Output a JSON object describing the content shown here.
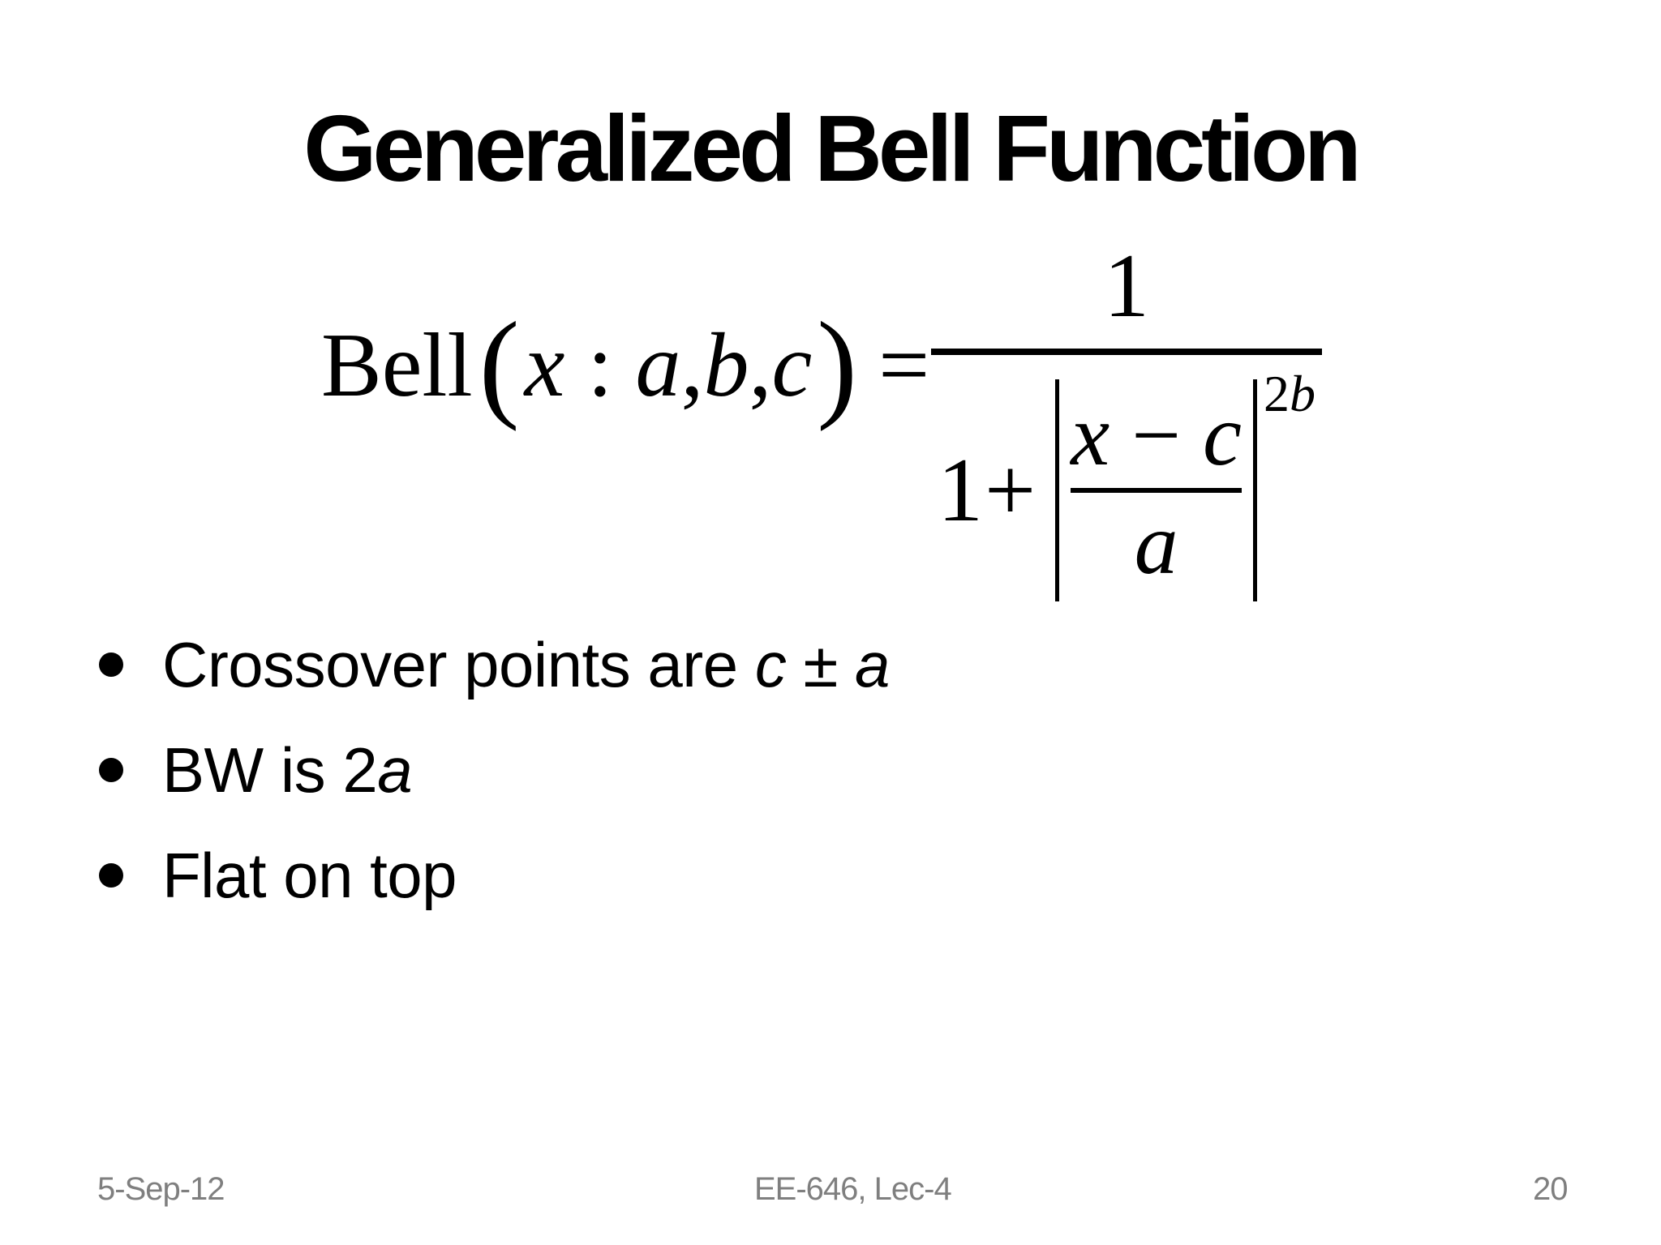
{
  "slide": {
    "title": "Generalized Bell Function",
    "background": "#ffffff",
    "text_color": "#000000",
    "footer_color": "#7f7f7f"
  },
  "formula": {
    "lhs_name": "Bell",
    "open_paren": "(",
    "args_runs": [
      {
        "t": "x",
        "i": true
      },
      {
        "t": " : ",
        "i": false
      },
      {
        "t": "a",
        "i": true
      },
      {
        "t": ",",
        "i": false
      },
      {
        "t": "b",
        "i": true
      },
      {
        "t": ",",
        "i": false
      },
      {
        "t": "c",
        "i": true
      }
    ],
    "close_paren": ")",
    "equals": "=",
    "numerator": "1",
    "denominator_prefix": "1+",
    "inner_numerator_runs": [
      {
        "t": "x",
        "i": true
      },
      {
        "t": " − ",
        "i": false
      },
      {
        "t": "c",
        "i": true
      }
    ],
    "inner_denominator": "a",
    "exponent_runs": [
      {
        "t": "2",
        "i": false
      },
      {
        "t": "b",
        "i": true
      }
    ]
  },
  "bullets": [
    {
      "runs": [
        {
          "t": "Crossover points are ",
          "i": false
        },
        {
          "t": "c",
          "i": true
        },
        {
          "t": " ± ",
          "i": false
        },
        {
          "t": "a",
          "i": true
        }
      ]
    },
    {
      "runs": [
        {
          "t": "BW is 2",
          "i": false
        },
        {
          "t": "a",
          "i": true
        }
      ]
    },
    {
      "runs": [
        {
          "t": "Flat on top",
          "i": false
        }
      ]
    }
  ],
  "footer": {
    "date": "5-Sep-12",
    "course": "EE-646, Lec-4",
    "page_number": "20"
  }
}
